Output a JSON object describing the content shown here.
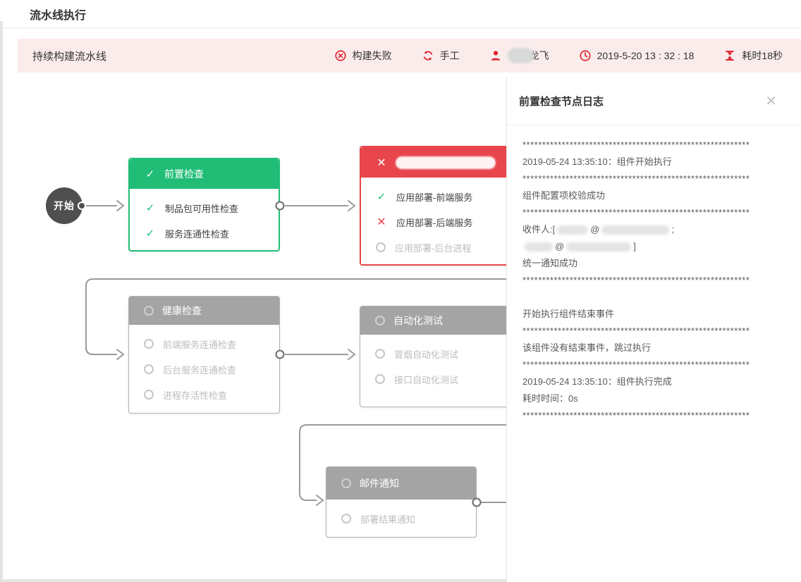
{
  "page": {
    "title": "流水线执行",
    "more_label": "•••",
    "close_label": "✕"
  },
  "summary": {
    "pipeline_name": "持续构建流水线",
    "status_label": "构建失败",
    "trigger_label": "手工",
    "executor_visible": "龙飞",
    "time_label": "2019-5-20 13 : 32 : 18",
    "duration_label": "耗时18秒",
    "accent_color": "#e02430",
    "bar_color": "#fbecec"
  },
  "pipeline": {
    "start_label": "开始",
    "colors": {
      "success": "#21bd77",
      "failed": "#e8454c",
      "pending": "#a4a4a4",
      "line": "#9a9a9a"
    },
    "nodes": [
      {
        "id": "precheck",
        "title": "前置检查",
        "status": "success",
        "header_icon": "check-white",
        "redacted_title": false,
        "items": [
          {
            "icon": "check-green",
            "label": "制品包可用性检查",
            "muted": false
          },
          {
            "icon": "check-green",
            "label": "服务连通性检查",
            "muted": false
          }
        ]
      },
      {
        "id": "deploy",
        "title": "",
        "status": "failed",
        "header_icon": "cross-white",
        "redacted_title": true,
        "items": [
          {
            "icon": "check-green",
            "label": "应用部署-前端服务",
            "muted": false
          },
          {
            "icon": "cross-red",
            "label": "应用部署-后端服务",
            "muted": false
          },
          {
            "icon": "ring-gray",
            "label": "应用部署-后台进程",
            "muted": true
          }
        ]
      },
      {
        "id": "health",
        "title": "健康检查",
        "status": "pending",
        "header_icon": "ring-light",
        "redacted_title": false,
        "items": [
          {
            "icon": "ring-gray",
            "label": "前端服务连通检查",
            "muted": true
          },
          {
            "icon": "ring-gray",
            "label": "后台服务连通检查",
            "muted": true
          },
          {
            "icon": "ring-gray",
            "label": "进程存活性检查",
            "muted": true
          }
        ]
      },
      {
        "id": "autotest",
        "title": "自动化测试",
        "status": "pending",
        "header_icon": "ring-light",
        "redacted_title": false,
        "items": [
          {
            "icon": "ring-gray",
            "label": "冒烟自动化测试",
            "muted": true
          },
          {
            "icon": "ring-gray",
            "label": "接口自动化测试",
            "muted": true
          }
        ]
      },
      {
        "id": "mail",
        "title": "邮件通知",
        "status": "pending",
        "header_icon": "ring-light",
        "redacted_title": false,
        "items": [
          {
            "icon": "ring-gray",
            "label": "部署结果通知",
            "muted": true
          }
        ]
      }
    ]
  },
  "log_panel": {
    "title": "前置检查节点日志",
    "close_label": "✕",
    "stars": "**********************************************************",
    "lines": [
      {
        "kind": "stars"
      },
      {
        "kind": "text",
        "text": "2019-05-24 13:35:10：组件开始执行"
      },
      {
        "kind": "stars"
      },
      {
        "kind": "text",
        "text": "组件配置项校验成功"
      },
      {
        "kind": "stars"
      },
      {
        "kind": "mixed",
        "parts": [
          {
            "t": "收件人:["
          },
          {
            "b": 44
          },
          {
            "t": "@"
          },
          {
            "b": 96
          },
          {
            "t": ";"
          }
        ]
      },
      {
        "kind": "mixed",
        "parts": [
          {
            "b": 40
          },
          {
            "t": "@"
          },
          {
            "b": 92
          },
          {
            "t": "]"
          }
        ]
      },
      {
        "kind": "text",
        "text": "统一通知成功"
      },
      {
        "kind": "stars"
      },
      {
        "kind": "gap"
      },
      {
        "kind": "text",
        "text": "开始执行组件结束事件"
      },
      {
        "kind": "stars"
      },
      {
        "kind": "text",
        "text": "该组件没有结束事件，跳过执行"
      },
      {
        "kind": "stars"
      },
      {
        "kind": "text",
        "text": "2019-05-24 13:35:10：组件执行完成"
      },
      {
        "kind": "text",
        "text": "耗时时间：0s"
      },
      {
        "kind": "stars"
      }
    ]
  }
}
